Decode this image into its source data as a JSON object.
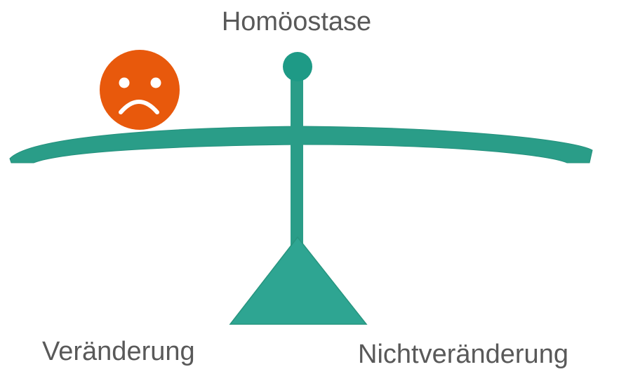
{
  "title": "Homöostase",
  "left_label": "Veränderung",
  "right_label": "Nichtveränderung",
  "icons": {
    "face": "sad-face-icon"
  },
  "colors": {
    "teal": "#2a9d88",
    "teal_dark": "#1e8a77",
    "face": "#e8590c",
    "text": "#595959"
  }
}
